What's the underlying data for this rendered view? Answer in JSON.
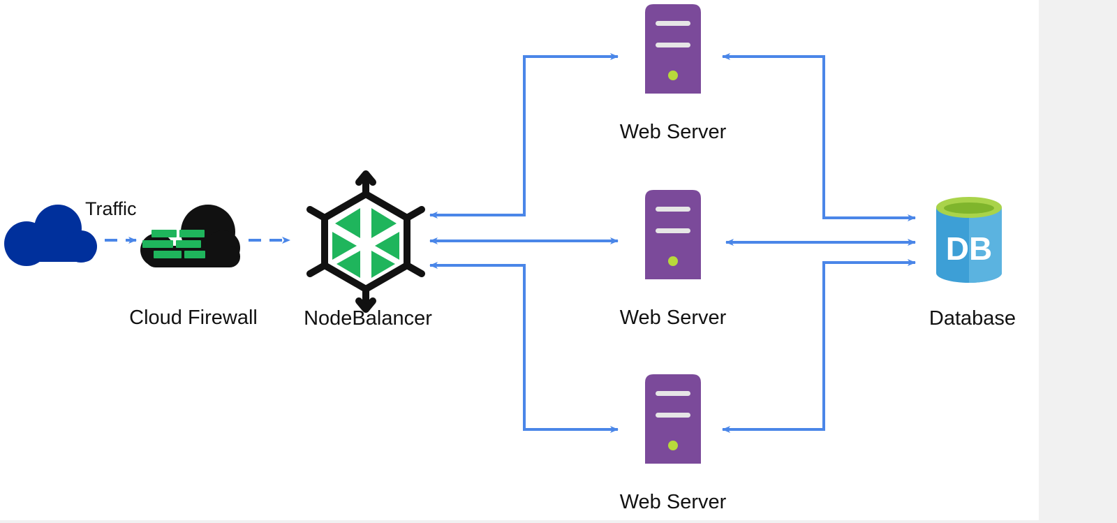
{
  "labels": {
    "traffic": "Traffic",
    "cloud_firewall": "Cloud Firewall",
    "nodebalancer": "NodeBalancer",
    "web_server_top": "Web Server",
    "web_server_middle": "Web Server",
    "web_server_bottom": "Web Server",
    "database": "Database",
    "db_icon_text": "DB"
  },
  "colors": {
    "arrow": "#4a86e8",
    "cloud": "#00309c",
    "firewall_brick": "#1fb55c",
    "firewall_cloud": "#111111",
    "nodebalancer_frame": "#111111",
    "nodebalancer_fill": "#1fb55c",
    "server_body": "#7b4a9a",
    "server_light": "#b8d93b",
    "db_body": "#3d9fd6",
    "db_top": "#a9d34a"
  },
  "icons": {
    "internet": "cloud-icon",
    "firewall": "firewall-icon",
    "balancer": "nodebalancer-icon",
    "server": "server-icon",
    "database": "database-icon"
  }
}
